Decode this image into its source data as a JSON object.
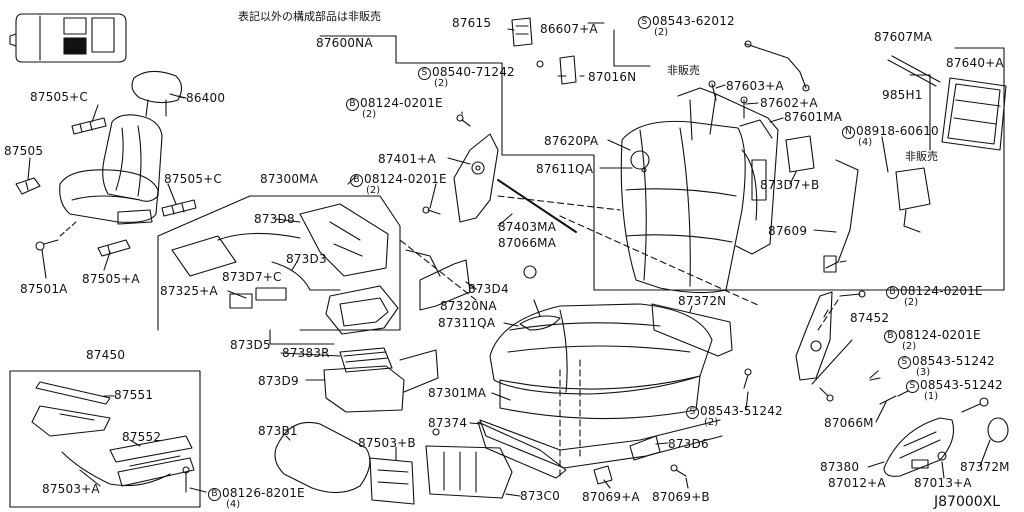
{
  "diagram": {
    "code": "J87000XL",
    "notes": {
      "not_sold_components": "表記以外の構成部品は非販売",
      "not_sold": "非販売"
    },
    "parts": {
      "p87600NA": "87600NA",
      "p87615": "87615",
      "p86607A": "86607+A",
      "s08543_62012": "08543-62012",
      "q2_a": "(2)",
      "s08540_71242": "08540-71242",
      "q2_b": "(2)",
      "p87016N": "87016N",
      "p87603A": "87603+A",
      "p87602A": "87602+A",
      "p87607MA": "87607MA",
      "p87640A": "87640+A",
      "p985H1": "985H1",
      "n08918_60610": "08918-60610",
      "q4_a": "(4)",
      "p87601MA": "87601MA",
      "p873D7B": "873D7+B",
      "p87620PA": "87620PA",
      "p87611QA": "87611QA",
      "p87609": "87609",
      "b08124_a": "08124-0201E",
      "q2_c": "(2)",
      "p87401A": "87401+A",
      "b08124_b": "08124-0201E",
      "q2_d": "(2)",
      "p87403MA": "87403MA",
      "p87066MA": "87066MA",
      "p87505C_a": "87505+C",
      "p86400": "86400",
      "p87505": "87505",
      "p87505C_b": "87505+C",
      "p87501A": "87501A",
      "p87505A": "87505+A",
      "p87300MA": "87300MA",
      "p873D8": "873D8",
      "p87325A": "87325+A",
      "p873D7C": "873D7+C",
      "p873D3": "873D3",
      "p873D4": "873D4",
      "p87320NA": "87320NA",
      "p87311QA": "87311QA",
      "p873D5": "873D5",
      "p87383R": "87383R",
      "p873D9": "873D9",
      "p87372N": "87372N",
      "b08124_c": "08124-0201E",
      "q2_e": "(2)",
      "p87452": "87452",
      "b08124_d": "08124-0201E",
      "q2_f": "(2)",
      "s08543_51242_a": "08543-51242",
      "q3": "(3)",
      "s08543_51242_b": "08543-51242",
      "q1": "(1)",
      "p87066M": "87066M",
      "p87301MA": "87301MA",
      "s08543_51242_c": "08543-51242",
      "q2_g": "(2)",
      "p87374": "87374",
      "p873D6": "873D6",
      "p87450": "87450",
      "p87551": "87551",
      "p87552": "87552",
      "p87503A": "87503+A",
      "b08126": "08126-8201E",
      "q4_b": "(4)",
      "p873B1": "873B1",
      "p87503B": "87503+B",
      "p873C0": "873C0",
      "p87069A": "87069+A",
      "p87069B": "87069+B",
      "p87380": "87380",
      "p87012A": "87012+A",
      "p87013A": "87013+A",
      "p87372M": "87372M"
    }
  }
}
